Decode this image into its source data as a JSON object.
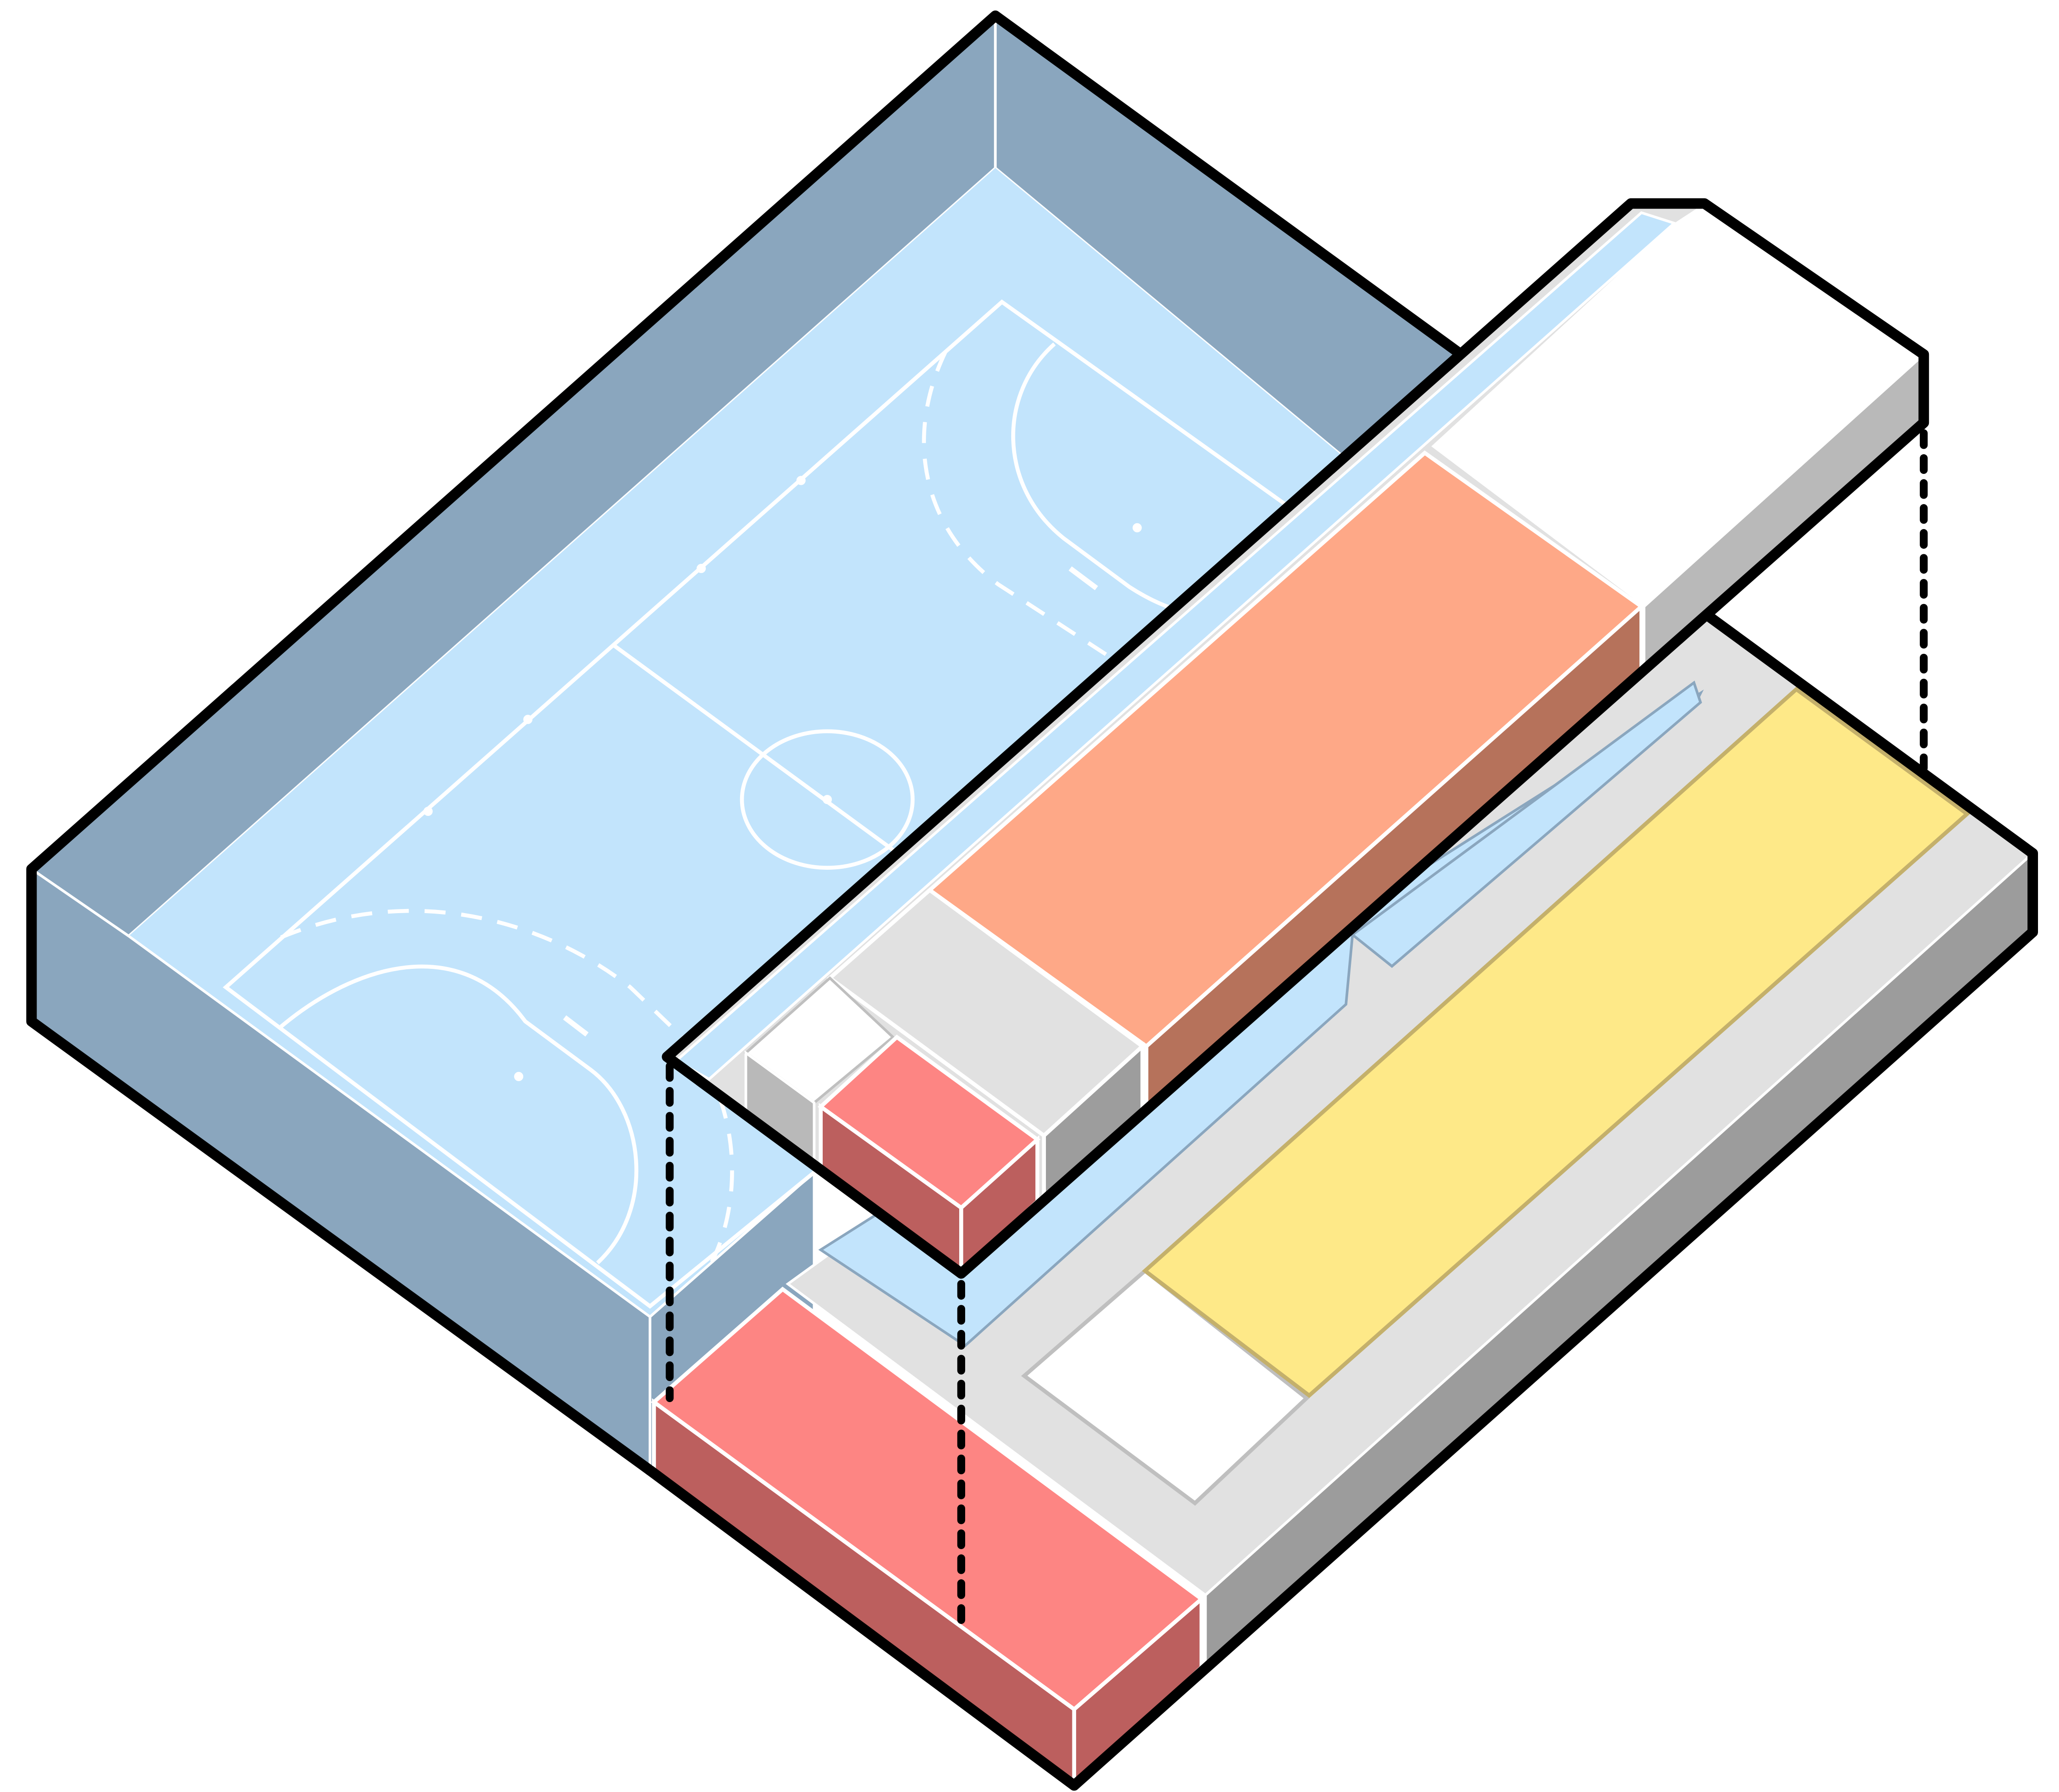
{
  "diagram": {
    "kind": "axonometric-building-massing",
    "labels_visible": false,
    "colors": {
      "court_floor": "#c2e4fc",
      "court_walls": "#8aa6be",
      "court_lines": "#ffffff",
      "slab_top": "#e1e1e1",
      "slab_side": "#9c9c9c",
      "upper_side": "#b9b9b9",
      "red_top": "#fd8583",
      "red_side": "#bc5f5e",
      "salmon_top": "#fea887",
      "salmon_side": "#b6725b",
      "yellow_top": "#fee988",
      "white_top": "#ffffff",
      "gray_block_top": "#e1e1e1",
      "gray_block_side": "#9d9d9d",
      "outline": "#000000",
      "projection_line": "#000000"
    },
    "volumes": [
      "sports-hall-court",
      "ground-slab",
      "red-block-ground",
      "yellow-strip",
      "white-patio",
      "light-well",
      "upper-floor-slab",
      "salmon-block",
      "gray-block",
      "red-block-upper",
      "white-box-upper"
    ]
  }
}
